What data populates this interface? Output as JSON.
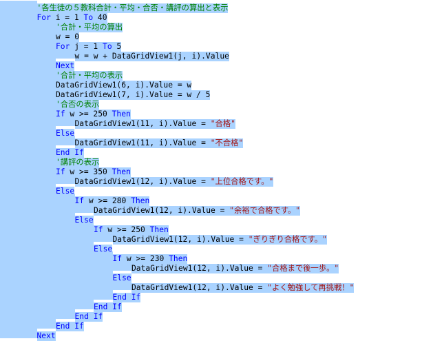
{
  "editor": {
    "selection_color": "#aad3ff",
    "lines": [
      {
        "indent": 1,
        "tokens": [
          {
            "t": "cm",
            "v": "'各生徒の５教科合計・平均・合否・講評の算出と表示"
          }
        ]
      },
      {
        "indent": 1,
        "tokens": [
          {
            "t": "kw",
            "v": "For"
          },
          {
            "t": "tx",
            "v": " i = 1 "
          },
          {
            "t": "kw",
            "v": "To"
          },
          {
            "t": "tx",
            "v": " 40"
          }
        ]
      },
      {
        "indent": 2,
        "tokens": [
          {
            "t": "cm",
            "v": "'合計・平均の算出"
          }
        ]
      },
      {
        "indent": 2,
        "tokens": [
          {
            "t": "tx",
            "v": "w = 0"
          }
        ]
      },
      {
        "indent": 2,
        "tokens": [
          {
            "t": "kw",
            "v": "For"
          },
          {
            "t": "tx",
            "v": " j = 1 "
          },
          {
            "t": "kw",
            "v": "To"
          },
          {
            "t": "tx",
            "v": " 5"
          }
        ]
      },
      {
        "indent": 3,
        "tokens": [
          {
            "t": "tx",
            "v": "w = w + DataGridView1(j, i).Value"
          }
        ]
      },
      {
        "indent": 2,
        "tokens": [
          {
            "t": "kw",
            "v": "Next"
          }
        ]
      },
      {
        "indent": 2,
        "tokens": [
          {
            "t": "cm",
            "v": "'合計・平均の表示"
          }
        ]
      },
      {
        "indent": 2,
        "tokens": [
          {
            "t": "tx",
            "v": "DataGridView1(6, i).Value = w"
          }
        ]
      },
      {
        "indent": 2,
        "tokens": [
          {
            "t": "tx",
            "v": "DataGridView1(7, i).Value = w / 5"
          }
        ]
      },
      {
        "indent": 2,
        "tokens": [
          {
            "t": "cm",
            "v": "'合否の表示"
          }
        ]
      },
      {
        "indent": 2,
        "tokens": [
          {
            "t": "kw",
            "v": "If"
          },
          {
            "t": "tx",
            "v": " w >= 250 "
          },
          {
            "t": "kw",
            "v": "Then"
          }
        ]
      },
      {
        "indent": 3,
        "tokens": [
          {
            "t": "tx",
            "v": "DataGridView1(11, i).Value = "
          },
          {
            "t": "str",
            "v": "\"合格\""
          }
        ]
      },
      {
        "indent": 2,
        "tokens": [
          {
            "t": "kw",
            "v": "Else"
          }
        ]
      },
      {
        "indent": 3,
        "tokens": [
          {
            "t": "tx",
            "v": "DataGridView1(11, i).Value = "
          },
          {
            "t": "str",
            "v": "\"不合格\""
          }
        ]
      },
      {
        "indent": 2,
        "tokens": [
          {
            "t": "kw",
            "v": "End If"
          }
        ]
      },
      {
        "indent": 2,
        "tokens": [
          {
            "t": "cm",
            "v": "'講評の表示"
          }
        ]
      },
      {
        "indent": 2,
        "tokens": [
          {
            "t": "kw",
            "v": "If"
          },
          {
            "t": "tx",
            "v": " w >= 350 "
          },
          {
            "t": "kw",
            "v": "Then"
          }
        ]
      },
      {
        "indent": 3,
        "tokens": [
          {
            "t": "tx",
            "v": "DataGridView1(12, i).Value = "
          },
          {
            "t": "str",
            "v": "\"上位合格です。\""
          }
        ]
      },
      {
        "indent": 2,
        "tokens": [
          {
            "t": "kw",
            "v": "Else"
          }
        ]
      },
      {
        "indent": 3,
        "tokens": [
          {
            "t": "kw",
            "v": "If"
          },
          {
            "t": "tx",
            "v": " w >= 280 "
          },
          {
            "t": "kw",
            "v": "Then"
          }
        ]
      },
      {
        "indent": 4,
        "tokens": [
          {
            "t": "tx",
            "v": "DataGridView1(12, i).Value = "
          },
          {
            "t": "str",
            "v": "\"余裕で合格です。\""
          }
        ]
      },
      {
        "indent": 3,
        "tokens": [
          {
            "t": "kw",
            "v": "Else"
          }
        ]
      },
      {
        "indent": 4,
        "tokens": [
          {
            "t": "kw",
            "v": "If"
          },
          {
            "t": "tx",
            "v": " w >= 250 "
          },
          {
            "t": "kw",
            "v": "Then"
          }
        ]
      },
      {
        "indent": 5,
        "tokens": [
          {
            "t": "tx",
            "v": "DataGridView1(12, i).Value = "
          },
          {
            "t": "str",
            "v": "\"ぎりぎり合格です。\""
          }
        ]
      },
      {
        "indent": 4,
        "tokens": [
          {
            "t": "kw",
            "v": "Else"
          }
        ]
      },
      {
        "indent": 5,
        "tokens": [
          {
            "t": "kw",
            "v": "If"
          },
          {
            "t": "tx",
            "v": " w >= 230 "
          },
          {
            "t": "kw",
            "v": "Then"
          }
        ]
      },
      {
        "indent": 6,
        "tokens": [
          {
            "t": "tx",
            "v": "DataGridView1(12, i).Value = "
          },
          {
            "t": "str",
            "v": "\"合格まで後一歩。\""
          }
        ]
      },
      {
        "indent": 5,
        "tokens": [
          {
            "t": "kw",
            "v": "Else"
          }
        ]
      },
      {
        "indent": 6,
        "tokens": [
          {
            "t": "tx",
            "v": "DataGridView1(12, i).Value = "
          },
          {
            "t": "str",
            "v": "\"よく勉強して再挑戦！\""
          }
        ]
      },
      {
        "indent": 5,
        "tokens": [
          {
            "t": "kw",
            "v": "End If"
          }
        ]
      },
      {
        "indent": 4,
        "tokens": [
          {
            "t": "kw",
            "v": "End If"
          }
        ]
      },
      {
        "indent": 3,
        "tokens": [
          {
            "t": "kw",
            "v": "End If"
          }
        ]
      },
      {
        "indent": 2,
        "tokens": [
          {
            "t": "kw",
            "v": "End If"
          }
        ]
      },
      {
        "indent": 1,
        "tokens": [
          {
            "t": "kw",
            "v": "Next"
          }
        ]
      }
    ]
  }
}
